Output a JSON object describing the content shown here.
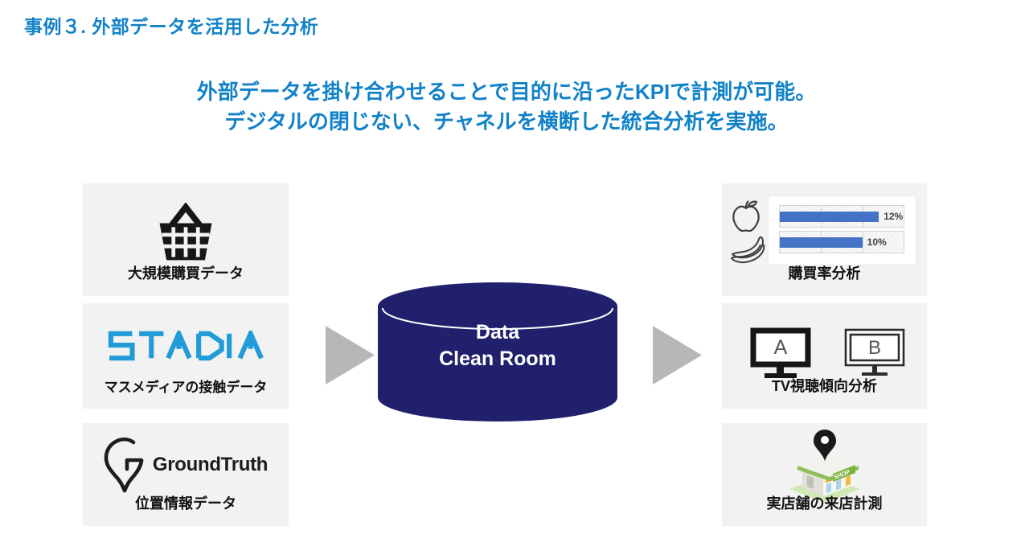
{
  "page": {
    "title": "事例３. 外部データを活用した分析",
    "subtitle_line1": "外部データを掛け合わせることで目的に沿ったKPIで計測が可能。",
    "subtitle_line2": "デジタルの閉じない、チャネルを横断した統合分析を実施。"
  },
  "colors": {
    "heading_blue": "#1282C8",
    "stadia_blue": "#219CD8",
    "cylinder_navy": "#20206C",
    "arrow_gray": "#B7B7B7",
    "card_gray": "#F2F2F2",
    "bar_blue": "#4472C4"
  },
  "sources": [
    {
      "label": "大規模購買データ",
      "icon": "shopping-basket"
    },
    {
      "label": "マスメディアの接触データ",
      "icon": "stadia-logo",
      "logo_text": "STADIA"
    },
    {
      "label": "位置情報データ",
      "icon": "groundtruth-logo",
      "logo_text": "GroundTruth"
    }
  ],
  "hub": {
    "line1": "Data",
    "line2": "Clean Room"
  },
  "outputs": [
    {
      "label": "購買率分析",
      "icons": [
        "apple",
        "banana"
      ]
    },
    {
      "label": "TV視聴傾向分析",
      "tv_a_label": "A",
      "tv_b_label": "B"
    },
    {
      "label": "実店舗の来店計測",
      "shop_sign_text": "SHOP"
    }
  ],
  "chart_data": {
    "type": "bar",
    "orientation": "horizontal",
    "title": "",
    "categories": [
      "apple",
      "banana"
    ],
    "values": [
      12,
      10
    ],
    "data_labels": [
      "12%",
      "10%"
    ],
    "xlim": [
      0,
      15
    ],
    "gridlines": "vertical at 5 and 10",
    "legend": "none",
    "bar_color": "#4472C4"
  }
}
